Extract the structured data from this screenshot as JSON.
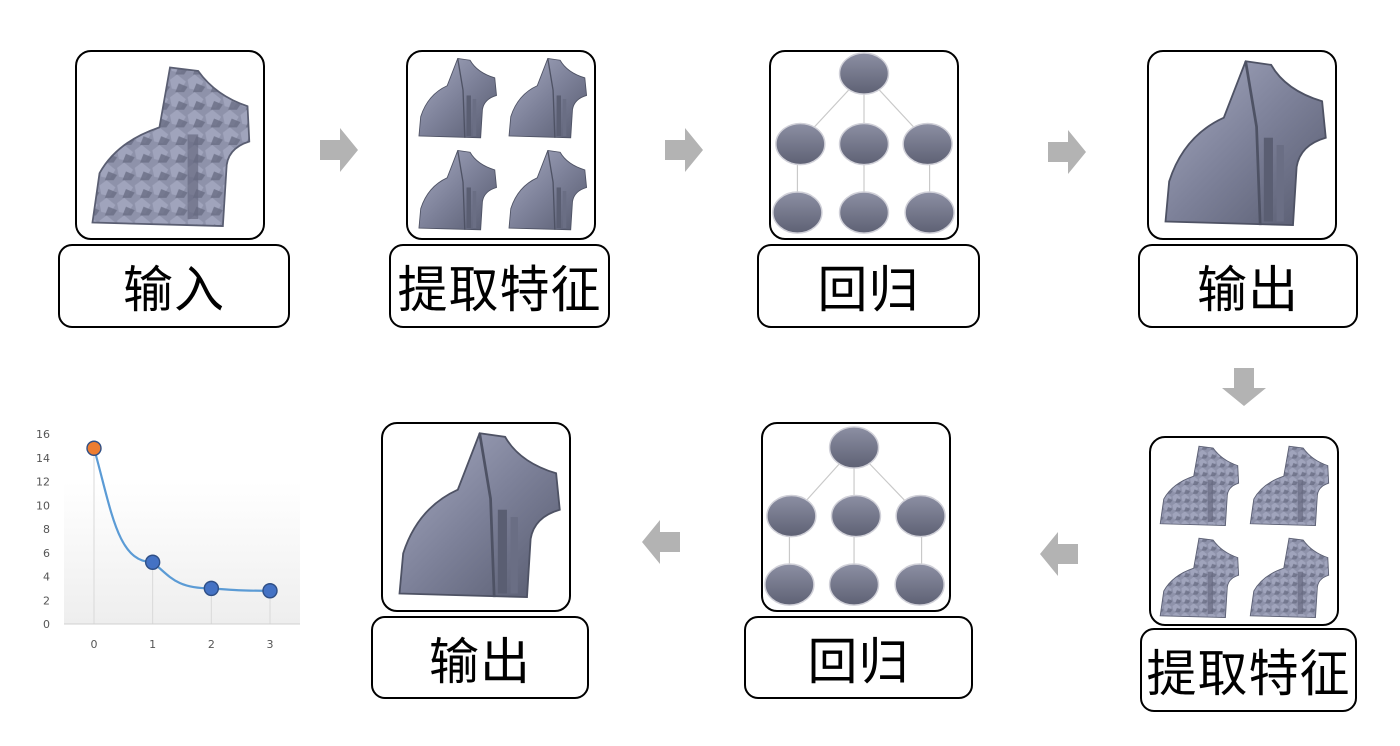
{
  "steps": {
    "input": "输入",
    "extract_1": "提取特征",
    "regress_1": "回归",
    "output_1": "输出",
    "extract_2": "提取特征",
    "regress_2": "回归",
    "output_2": "输出"
  },
  "colors": {
    "mesh": "#8b8fa8",
    "mesh_dark": "#5f6378",
    "node": "#74778a",
    "arrow": "#b3b3b3",
    "line": "#5b9bd5",
    "point_first": "#ed7d31",
    "point": "#4472c4"
  },
  "chart_data": {
    "type": "line",
    "x": [
      0,
      1,
      2,
      3
    ],
    "values": [
      14.8,
      5.2,
      3.0,
      2.8
    ],
    "xticks": [
      "0",
      "1",
      "2",
      "3"
    ],
    "yticks": [
      "0",
      "2",
      "4",
      "6",
      "8",
      "10",
      "12",
      "14",
      "16"
    ],
    "ylim": [
      0,
      16
    ],
    "grid": "vertical",
    "title": "",
    "xlabel": "",
    "ylabel": ""
  }
}
